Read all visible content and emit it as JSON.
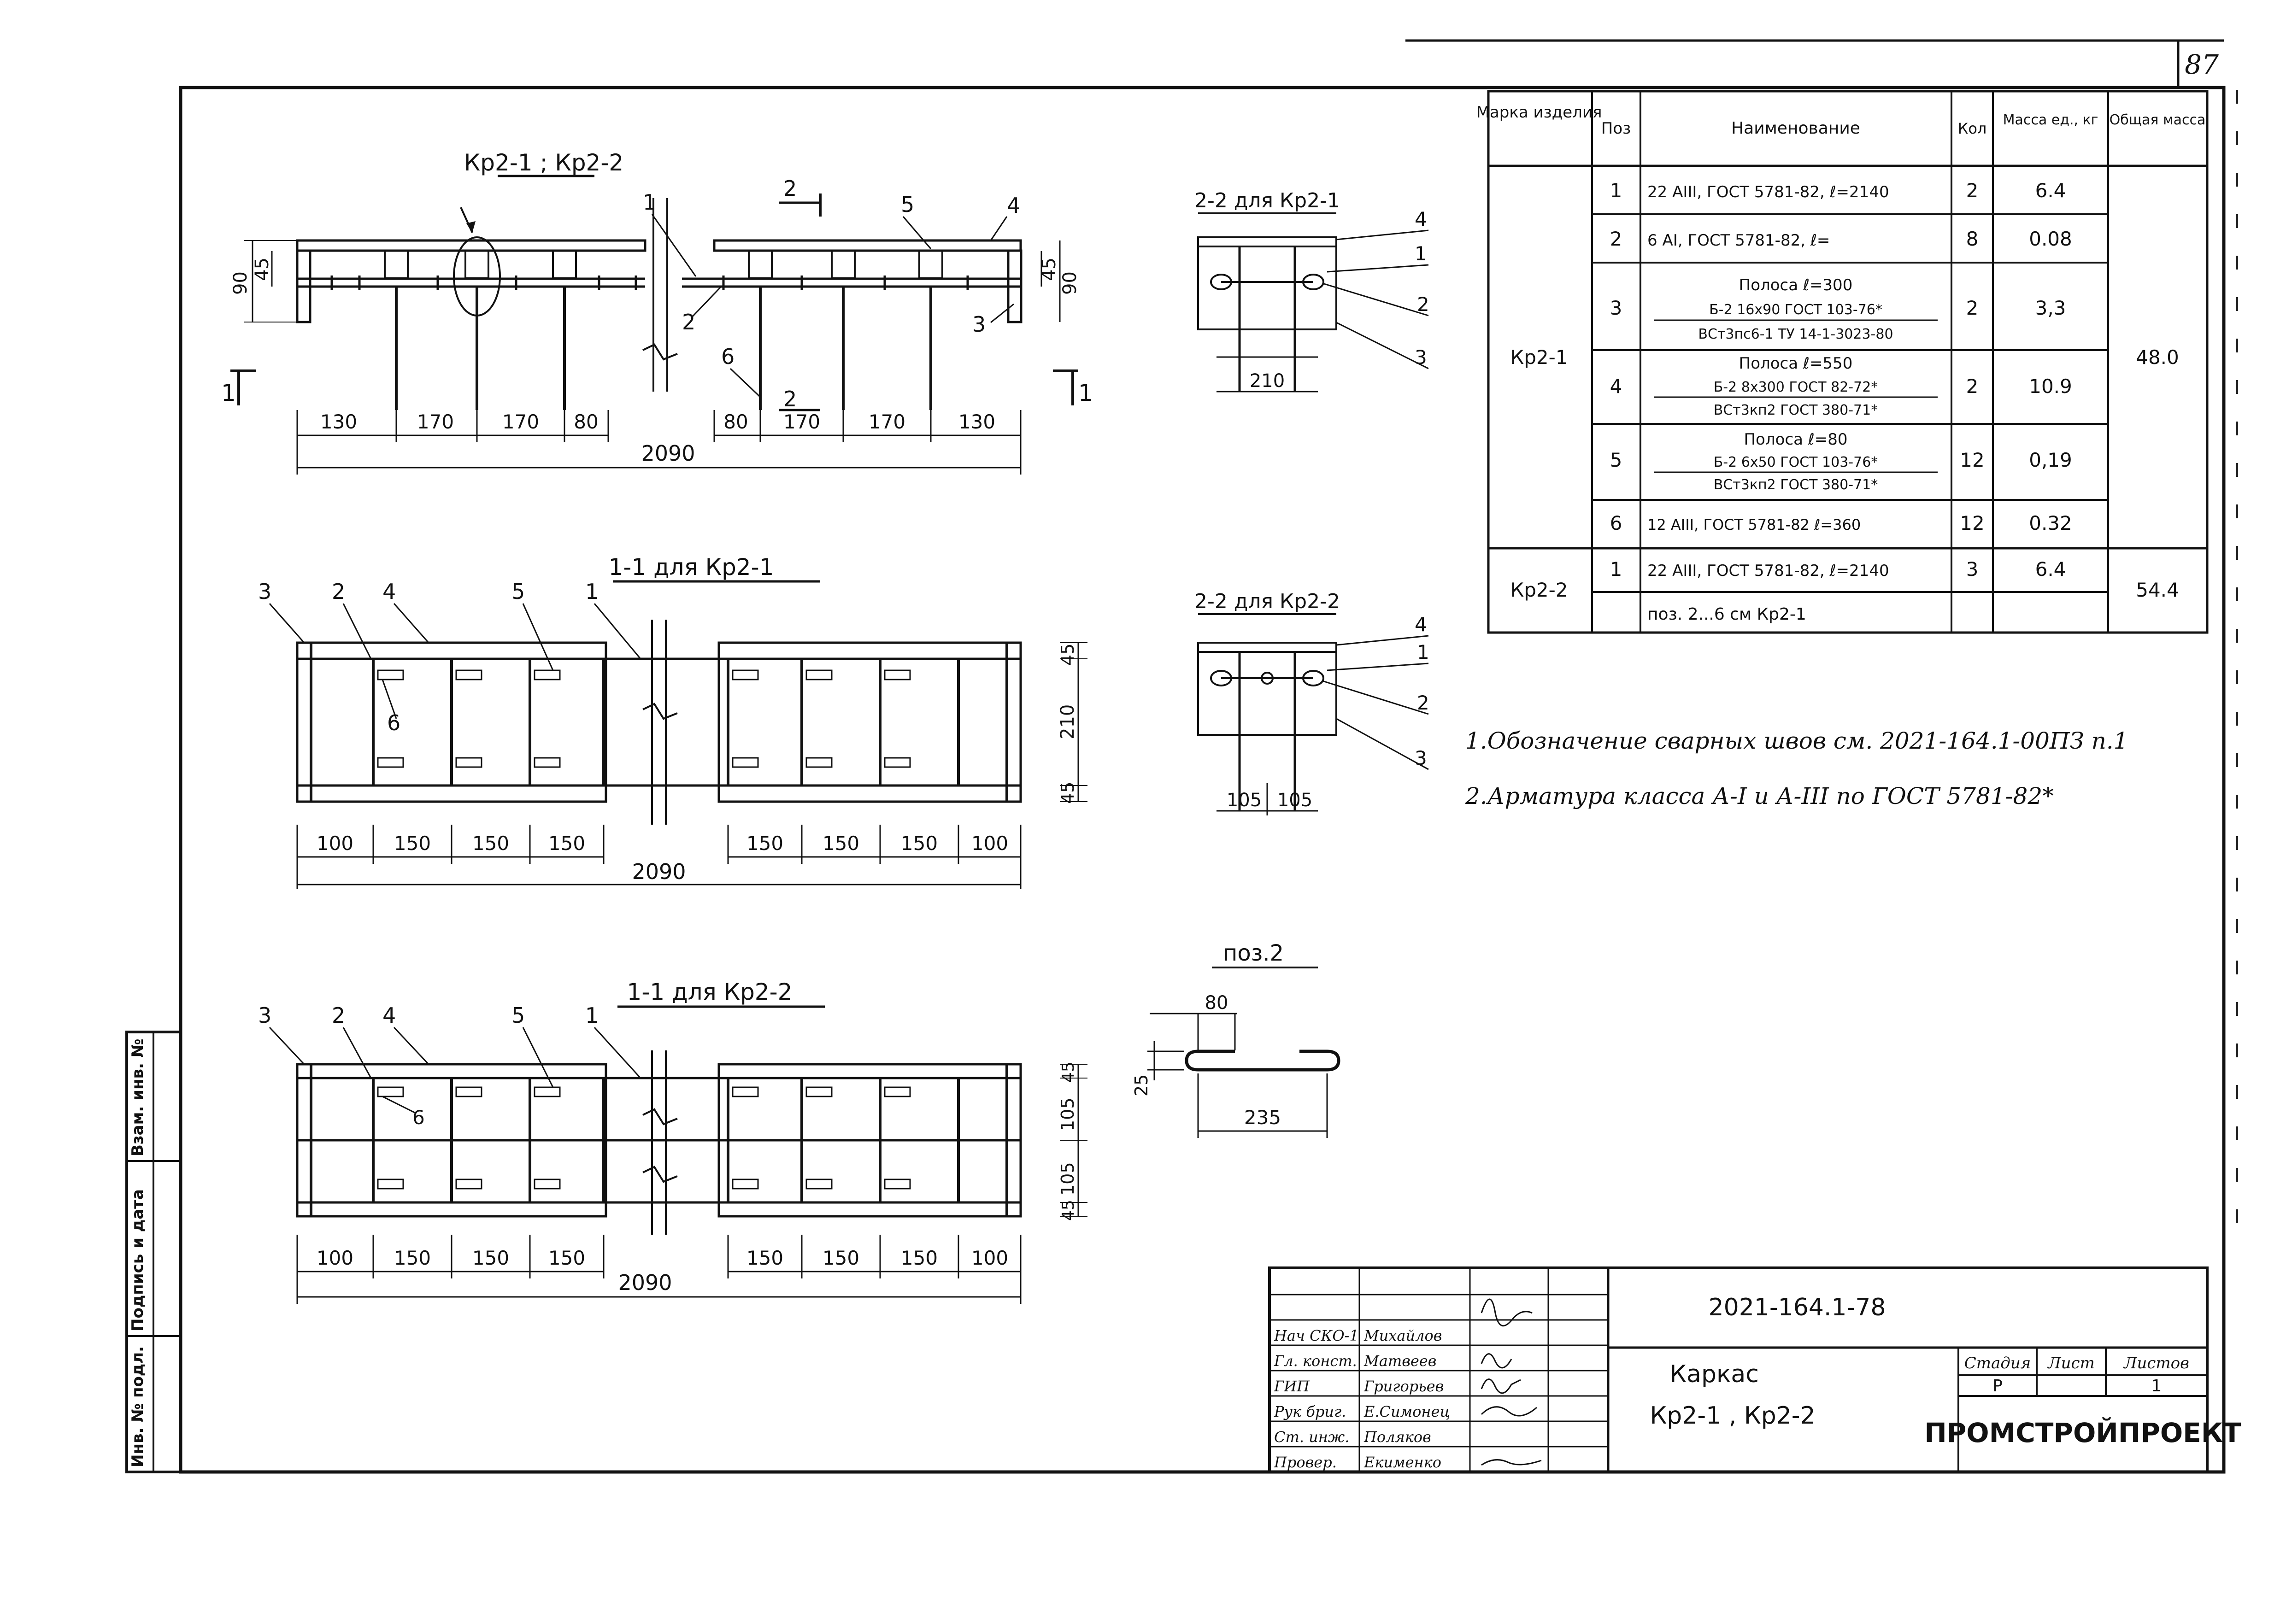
{
  "sheet_number": "87",
  "titles": {
    "main": "Кр2-1 ; Кр2-2",
    "sec22a": "2-2 для Кр2-1",
    "sec22b": "2-2 для Кр2-2",
    "sec11a": "1-1 для Кр2-1",
    "sec11b": "1-1 для Кр2-2",
    "poz2": "поз.2"
  },
  "callouts": {
    "c1": "1",
    "c2": "2",
    "c3": "3",
    "c4": "4",
    "c5": "5",
    "c6": "6",
    "sec1": "1",
    "sec2": "2"
  },
  "dims": {
    "h90": "90",
    "h45": "45",
    "top_bottom": [
      "130",
      "170",
      "170",
      "80",
      "80",
      "170",
      "170",
      "130"
    ],
    "total": "2090",
    "d210": "210",
    "sec_row": [
      "100",
      "150",
      "150",
      "150",
      "150",
      "150",
      "150",
      "100"
    ],
    "d105": "105",
    "d80": "80",
    "d25": "25",
    "d235": "235"
  },
  "spec_table": {
    "headers": [
      "Марка изделия",
      "Поз",
      "Наименование",
      "Кол",
      "Масса ед., кг",
      "Общая масса"
    ],
    "groups": [
      {
        "mark": "Кр2-1",
        "total": "48.0",
        "rows": [
          {
            "pos": "1",
            "name": [
              "22 АIII, ГОСТ 5781-82, ℓ=2140"
            ],
            "qty": "2",
            "mass": "6.4"
          },
          {
            "pos": "2",
            "name": [
              "6 АI, ГОСТ 5781-82, ℓ="
            ],
            "qty": "8",
            "mass": "0.08"
          },
          {
            "pos": "3",
            "name": [
              "Полоса ℓ=300",
              "Б-2 16х90 ГОСТ 103-76*",
              "ВСт3пс6-1 ТУ 14-1-3023-80"
            ],
            "qty": "2",
            "mass": "3,3"
          },
          {
            "pos": "4",
            "name": [
              "Полоса ℓ=550",
              "Б-2 8х300 ГОСТ 82-72*",
              "ВСт3кп2 ГОСТ 380-71*"
            ],
            "qty": "2",
            "mass": "10.9"
          },
          {
            "pos": "5",
            "name": [
              "Полоса ℓ=80",
              "Б-2 6х50 ГОСТ 103-76*",
              "ВСт3кп2 ГОСТ 380-71*"
            ],
            "qty": "12",
            "mass": "0,19"
          },
          {
            "pos": "6",
            "name": [
              "12 АIII, ГОСТ 5781-82 ℓ=360"
            ],
            "qty": "12",
            "mass": "0.32"
          }
        ]
      },
      {
        "mark": "Кр2-2",
        "total": "54.4",
        "rows": [
          {
            "pos": "1",
            "name": [
              "22 АIII, ГОСТ 5781-82, ℓ=2140"
            ],
            "qty": "3",
            "mass": "6.4"
          },
          {
            "pos": "",
            "name": [
              "поз. 2...6 см Кр2-1"
            ],
            "qty": "",
            "mass": ""
          }
        ]
      }
    ]
  },
  "notes": [
    "1.Обозначение сварных швов см. 2021-164.1-00ПЗ п.1",
    "2.Арматура класса А-I и А-III по ГОСТ 5781-82*"
  ],
  "left_stamp": [
    "Инв. № подл.",
    "Подпись и дата",
    "Взам. инв. №"
  ],
  "title_block": {
    "doc_code": "2021-164.1-78",
    "title_line1": "Каркас",
    "title_line2": "Кр2-1 , Кр2-2",
    "roles": [
      "Нач СКО-1",
      "Гл. конст.",
      "ГИП",
      "Рук бриг.",
      "Ст. инж.",
      "Провер."
    ],
    "names": [
      "Михайлов",
      "Матвеев",
      "Григорьев",
      "Е.Симонец",
      "Поляков",
      "Екименко"
    ],
    "stage_label": "Стадия",
    "sheet_label": "Лист",
    "sheets_label": "Листов",
    "stage": "Р",
    "sheet": "",
    "sheets": "1",
    "org": "ПРОМСТРОЙПРОЕКТ"
  }
}
